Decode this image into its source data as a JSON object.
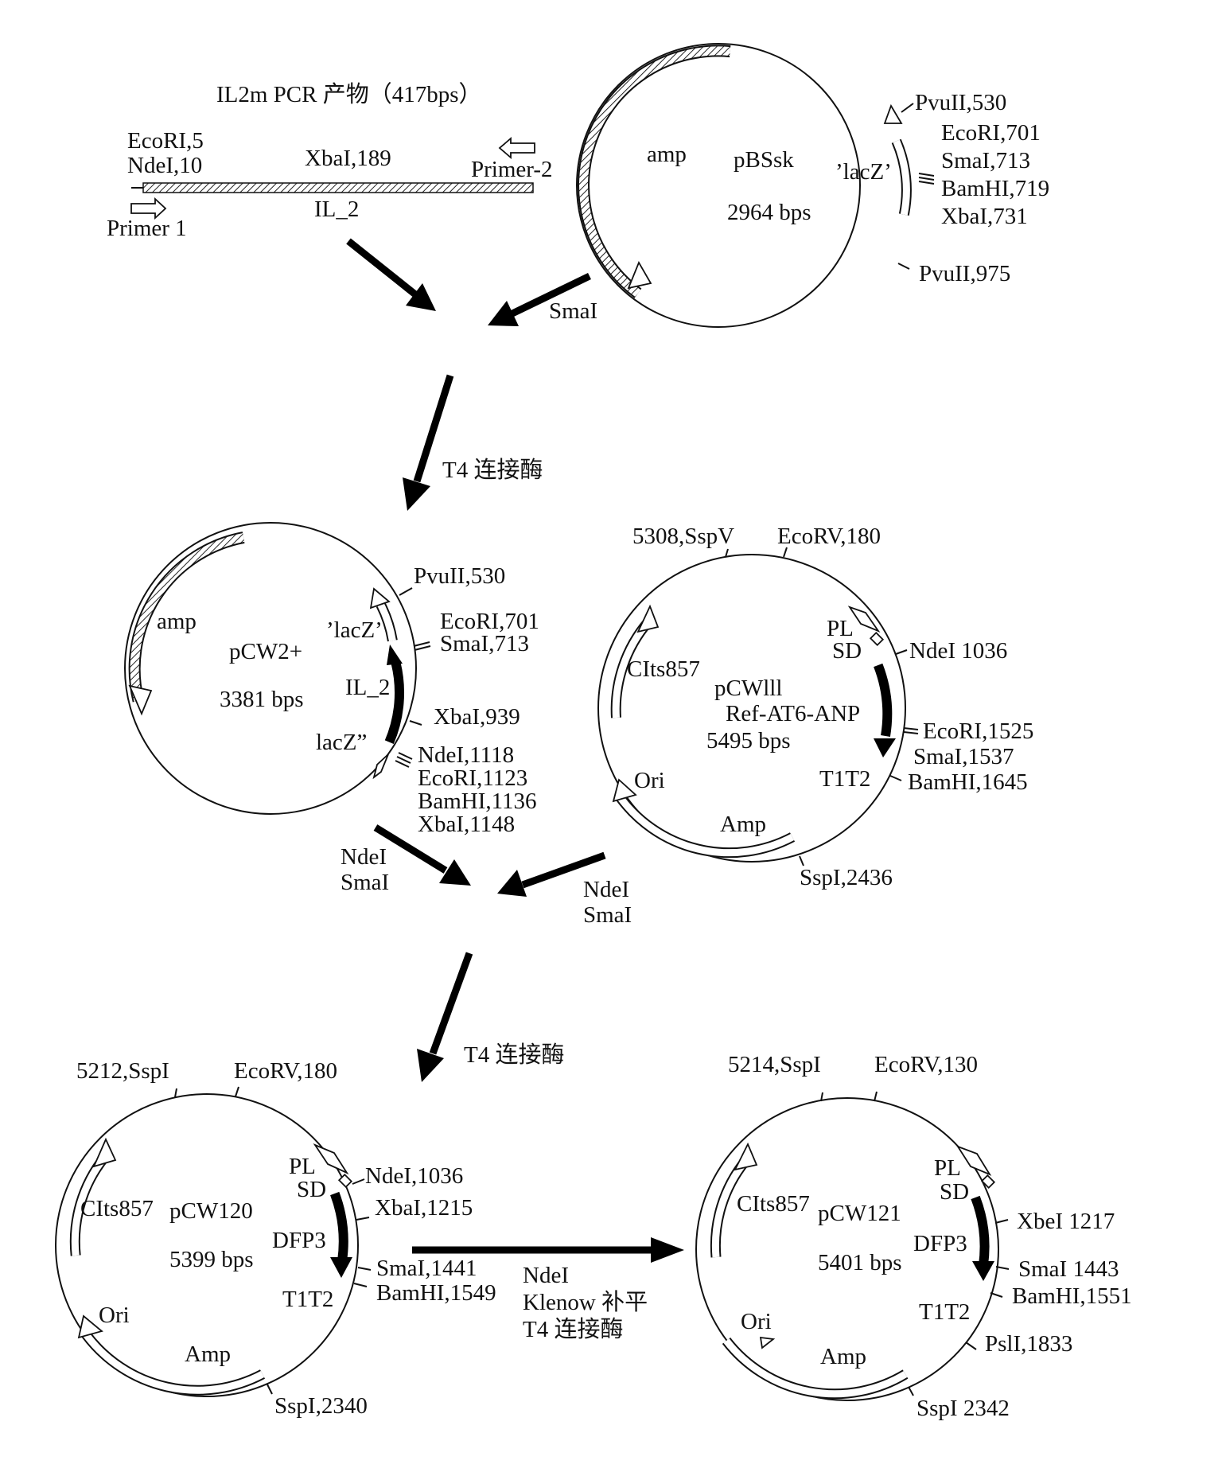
{
  "insert": {
    "title": "IL2m PCR 产物（417bps）",
    "ecori": "EcoRI,5",
    "ndei": "NdeI,10",
    "xbai": "XbaI,189",
    "gene": "IL_2",
    "primer1": "Primer 1",
    "primer2": "Primer-2"
  },
  "pbssk": {
    "name": "pBSsk",
    "size": "2964 bps",
    "amp": "amp",
    "lacz": "’lacZ’",
    "sites": [
      "PvuII,530",
      "EcoRI,701",
      "SmaI,713",
      "BamHI,719",
      "XbaI,731",
      "PvuII,975"
    ]
  },
  "step1": {
    "enzyme": "SmaI",
    "ligase": "T4 连接酶"
  },
  "pcw2": {
    "name": "pCW2+",
    "size": "3381 bps",
    "amp": "amp",
    "lacz1": "’lacZ’",
    "gene": "IL_2",
    "lacz2": "lacZ”",
    "sites": [
      "PvuII,530",
      "EcoRI,701",
      "SmaI,713",
      "XbaI,939",
      "NdeI,1118",
      "EcoRI,1123",
      "BamHI,1136",
      "XbaI,1148"
    ]
  },
  "pcwlll": {
    "name": "pCWlll",
    "name2": "Ref-AT6-ANP",
    "size": "5495 bps",
    "cits": "CIts857",
    "pl": "PL",
    "sd": "SD",
    "ori": "Ori",
    "amp": "Amp",
    "t1t2": "T1T2",
    "sites": [
      "5308,SspV",
      "EcoRV,180",
      "NdeI 1036",
      "EcoRI,1525",
      "SmaI,1537",
      "BamHI,1645",
      "SspI,2436"
    ]
  },
  "step2": {
    "enzymes_left": [
      "NdeI",
      "SmaI"
    ],
    "enzymes_right": [
      "NdeI",
      "SmaI"
    ],
    "ligase": "T4 连接酶"
  },
  "pcw120": {
    "name": "pCW120",
    "size": "5399 bps",
    "cits": "CIts857",
    "pl": "PL",
    "sd": "SD",
    "gene": "DFP3",
    "t1t2": "T1T2",
    "ori": "Ori",
    "amp": "Amp",
    "sites": [
      "5212,SspI",
      "EcoRV,180",
      "NdeI,1036",
      "XbaI,1215",
      "SmaI,1441",
      "BamHI,1549",
      "SspI,2340"
    ]
  },
  "step3": {
    "lines": [
      "NdeI",
      "Klenow 补平",
      "T4 连接酶"
    ]
  },
  "pcw121": {
    "name": "pCW121",
    "size": "5401 bps",
    "cits": "CIts857",
    "pl": "PL",
    "sd": "SD",
    "gene": "DFP3",
    "t1t2": "T1T2",
    "ori": "Ori",
    "amp": "Amp",
    "sites": [
      "5214,SspI",
      "EcoRV,130",
      "XbeI 1217",
      "SmaI 1443",
      "BamHI,1551",
      "PslI,1833",
      "SspI 2342"
    ]
  }
}
